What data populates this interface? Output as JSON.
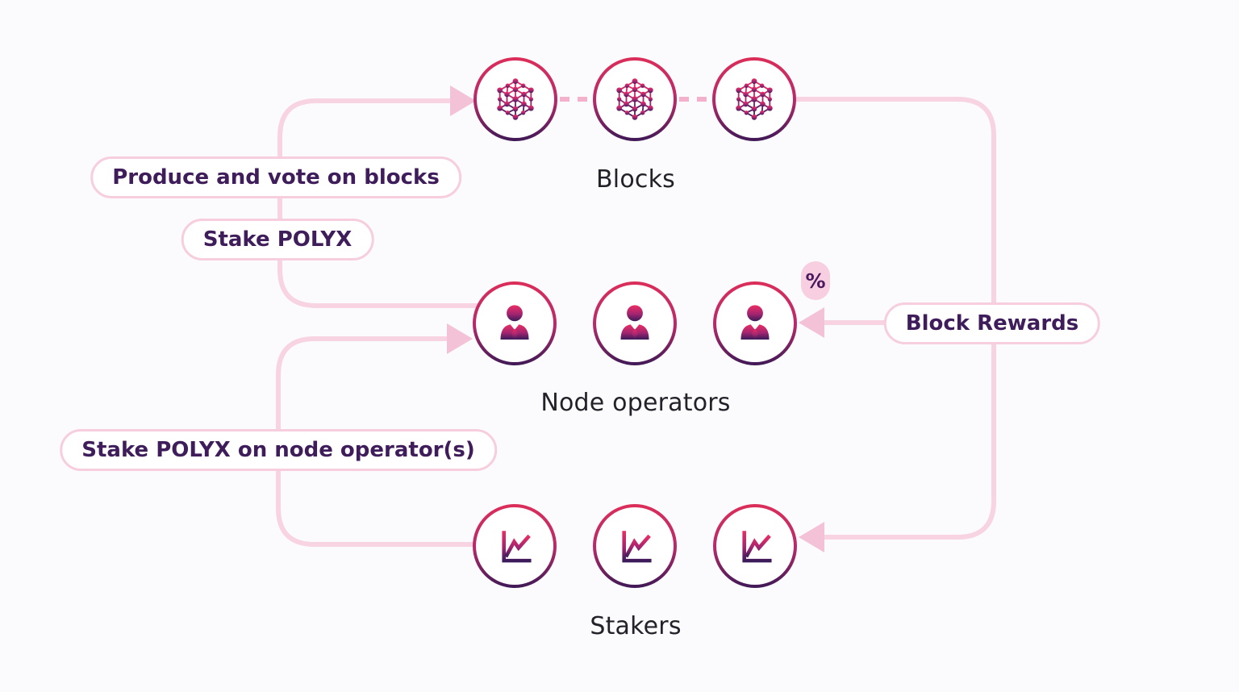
{
  "rows": {
    "blocks": {
      "label": "Blocks",
      "node_count": 3,
      "icon": "network-icon"
    },
    "node_operators": {
      "label": "Node operators",
      "node_count": 3,
      "icon": "business-person-icon"
    },
    "stakers": {
      "label": "Stakers",
      "node_count": 3,
      "icon": "line-chart-icon"
    }
  },
  "annotations": {
    "produce_vote": "Produce and vote on blocks",
    "stake_polyx": "Stake POLYX",
    "stake_on_node": "Stake POLYX on node operator(s)",
    "block_rewards": "Block Rewards",
    "reward_percent_badge": "%"
  },
  "colors": {
    "background": "#fbfafc",
    "connector_pink": "#f8d3e1",
    "arrow_pink": "#f3c2d6",
    "dash_pink": "#f3b1cc",
    "pill_border": "#f6cedd",
    "pill_text": "#3f1c5a",
    "row_label_text": "#232229",
    "circle_gradient_top": "#dc2d59",
    "circle_gradient_bottom": "#3e1956",
    "icon_gradient_top": "#ec2d64",
    "icon_gradient_bottom": "#3c1b5a",
    "badge_background": "#f8cfe0",
    "badge_text": "#4b1a5e"
  }
}
